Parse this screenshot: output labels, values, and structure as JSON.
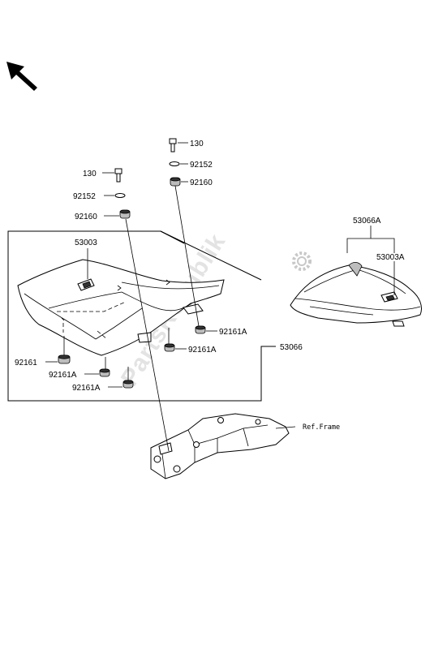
{
  "labels": {
    "bolt_top": "130",
    "washer_top": "92152",
    "damper_top": "92160",
    "bolt_left": "130",
    "washer_left": "92152",
    "damper_left": "92160",
    "seat_cover": "53003",
    "seat_assy": "53066",
    "rear_seat_assy": "53066A",
    "rear_seat_cover": "53003A",
    "rubber_a1": "92161A",
    "rubber_a2": "92161A",
    "rubber": "92161",
    "rubber_a3": "92161A",
    "rubber_a4": "92161A",
    "ref_frame": "Ref.Frame"
  },
  "watermark": "PartsRepublik"
}
